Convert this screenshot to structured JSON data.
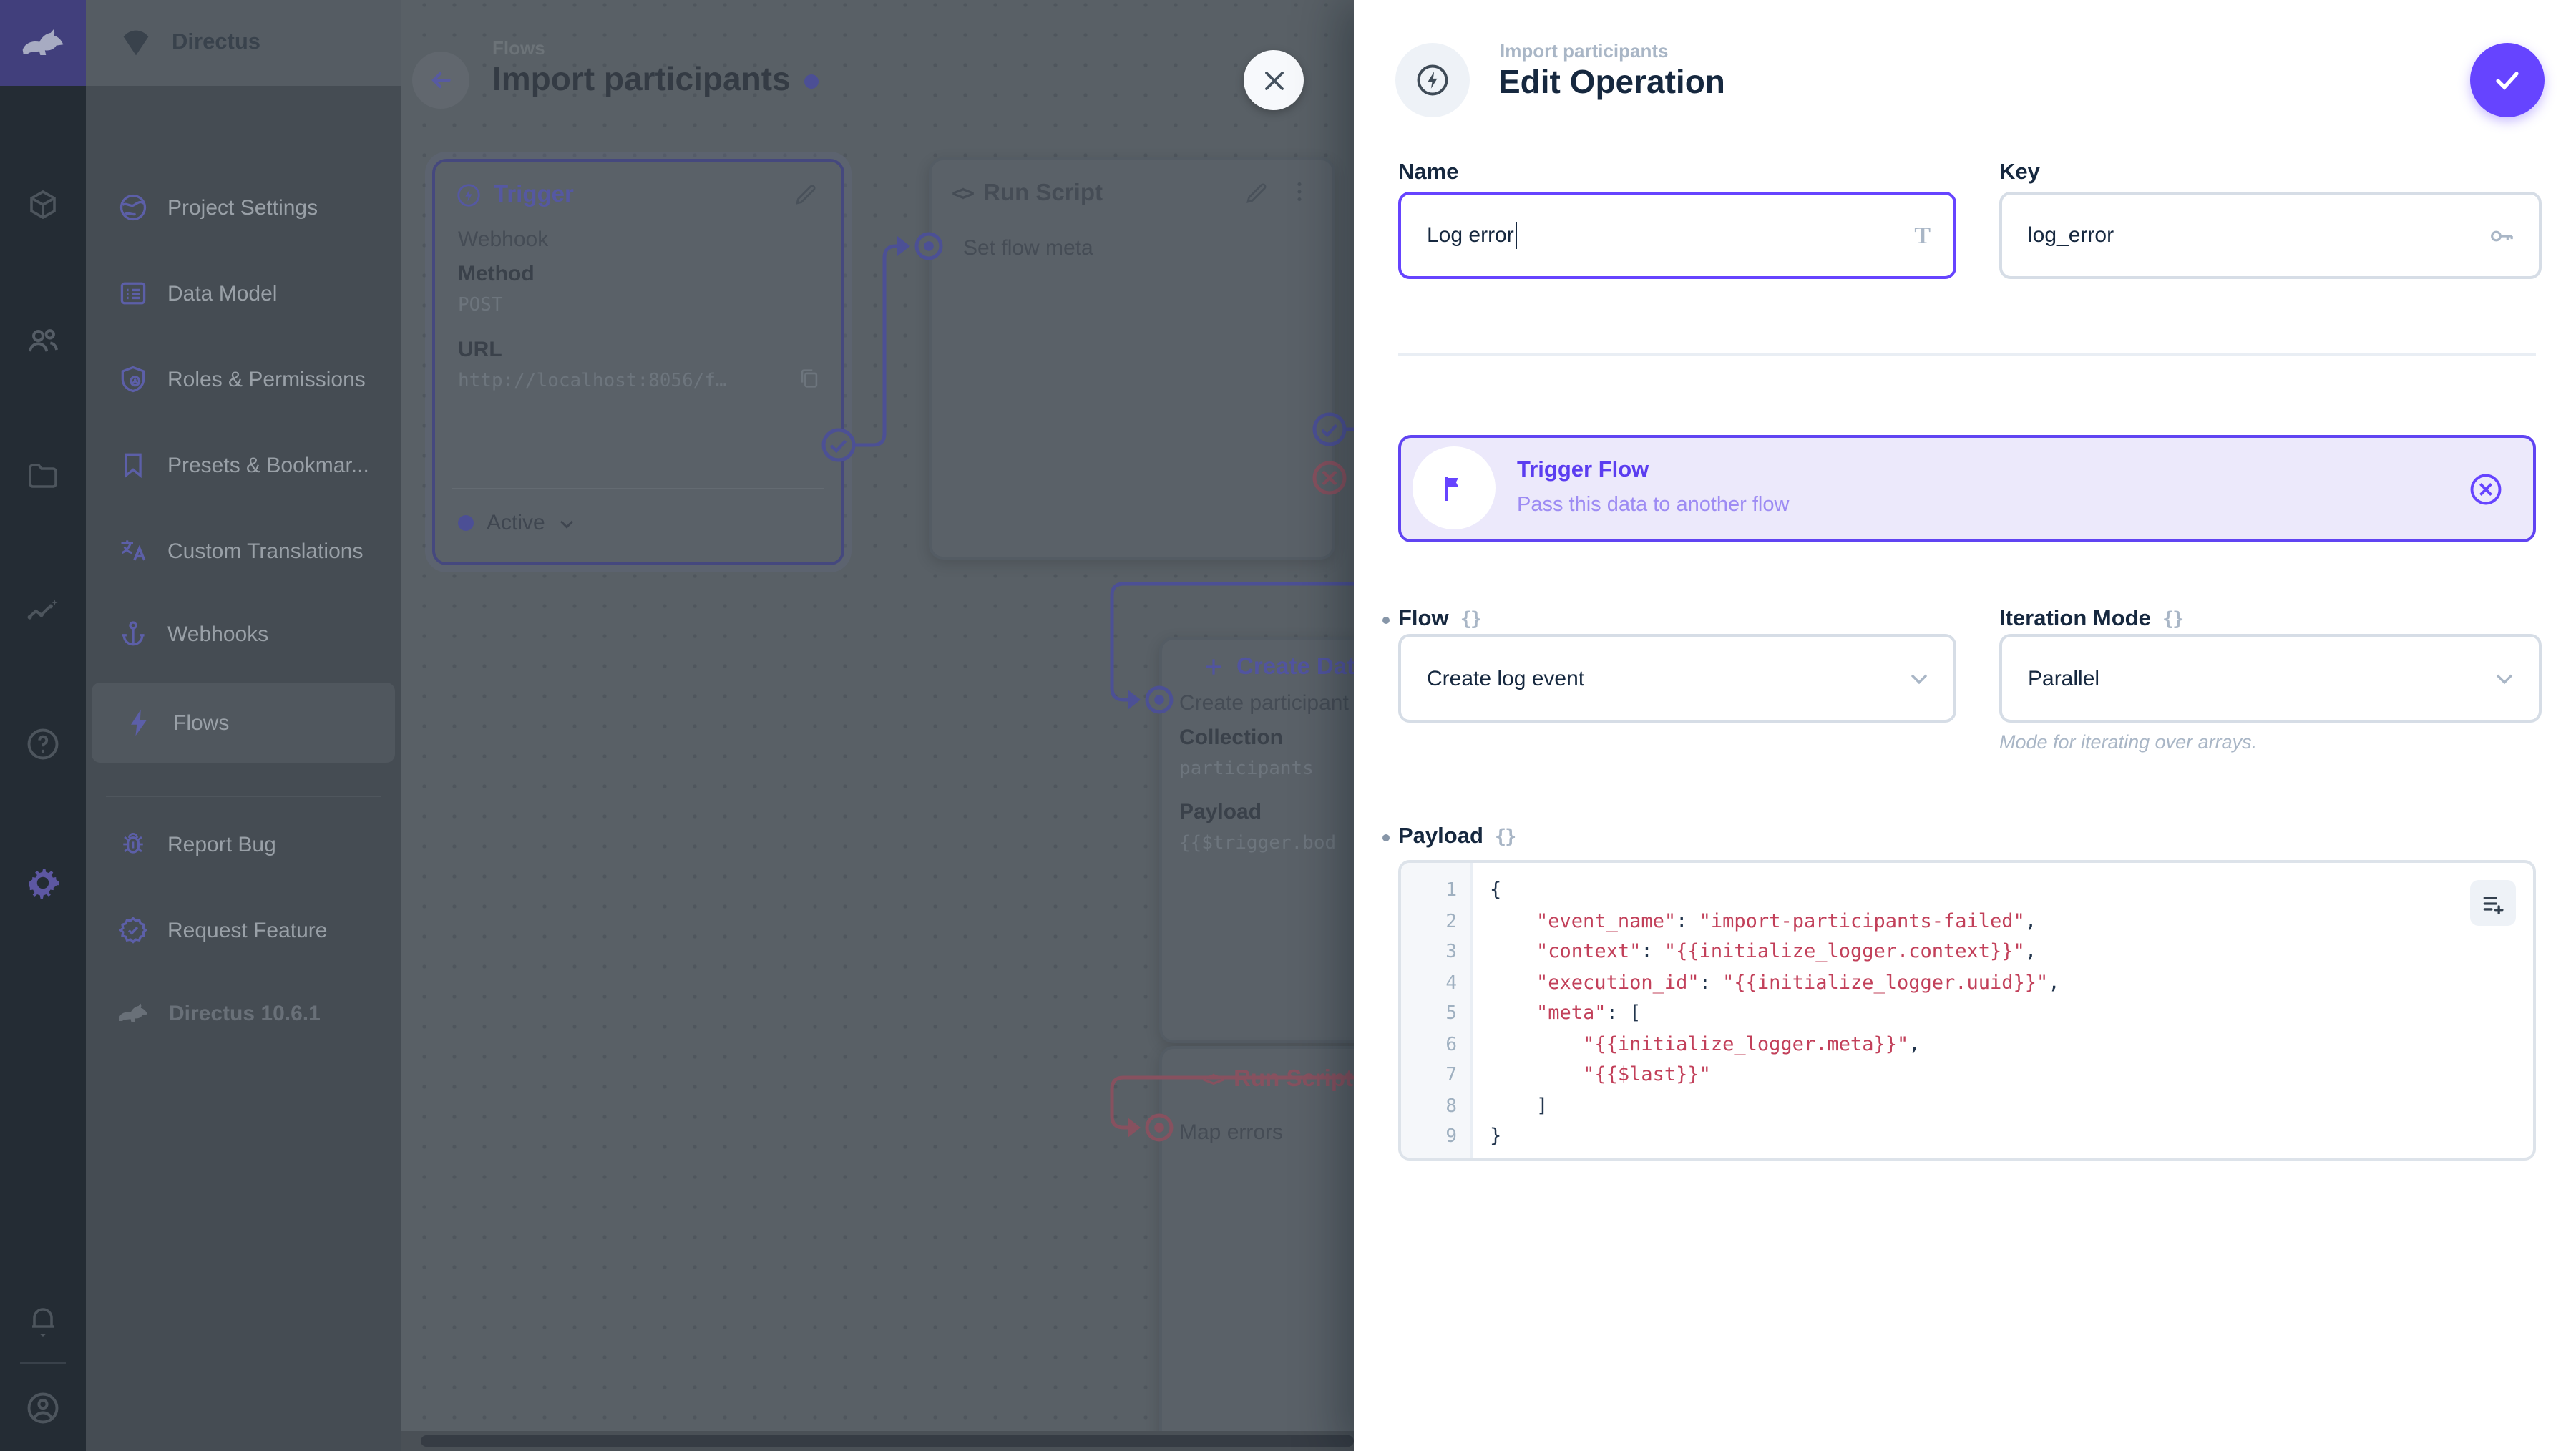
{
  "colors": {
    "primary": "#6644ff",
    "code_string": "#c2405a",
    "banner_bg": "#ece9fb",
    "canvas_dim": "#596066"
  },
  "sidebar": {
    "project_name": "Directus",
    "modules": [
      "collections",
      "users",
      "files",
      "insights",
      "help",
      "settings",
      "notifications",
      "user-avatar"
    ],
    "items": [
      {
        "label": "Project Settings"
      },
      {
        "label": "Data Model"
      },
      {
        "label": "Roles & Permissions"
      },
      {
        "label": "Presets & Bookmar..."
      },
      {
        "label": "Custom Translations"
      },
      {
        "label": "Webhooks"
      },
      {
        "label": "Flows"
      }
    ],
    "footer_items": [
      {
        "label": "Report Bug"
      },
      {
        "label": "Request Feature"
      }
    ],
    "version": "Directus 10.6.1"
  },
  "canvas": {
    "breadcrumb": "Flows",
    "title": "Import participants",
    "trigger": {
      "title": "Trigger",
      "type": "Webhook",
      "method_label": "Method",
      "method": "POST",
      "url_label": "URL",
      "url": "http://localhost:8056/f…",
      "status": "Active"
    },
    "run_script": {
      "title": "Run Script",
      "name": "Set flow meta"
    },
    "create_data": {
      "title": "Create Data",
      "name": "Create participant",
      "collection_label": "Collection",
      "collection": "participants",
      "payload_label": "Payload",
      "payload": "{{$trigger.bod"
    },
    "map_errors": {
      "title": "Run Script",
      "name": "Map errors"
    }
  },
  "drawer": {
    "breadcrumb": "Import participants",
    "title": "Edit Operation",
    "name_field": {
      "label": "Name",
      "value": "Log error"
    },
    "key_field": {
      "label": "Key",
      "value": "log_error"
    },
    "banner": {
      "title": "Trigger Flow",
      "subtitle": "Pass this data to another flow"
    },
    "flow_field": {
      "label": "Flow",
      "value": "Create log event"
    },
    "iteration_field": {
      "label": "Iteration Mode",
      "value": "Parallel",
      "note": "Mode for iterating over arrays."
    },
    "payload": {
      "label": "Payload",
      "lines": [
        "{",
        "    \"event_name\": \"import-participants-failed\",",
        "    \"context\": \"{{initialize_logger.context}}\",",
        "    \"execution_id\": \"{{initialize_logger.uuid}}\",",
        "    \"meta\": [",
        "        \"{{initialize_logger.meta}}\",",
        "        \"{{$last}}\"",
        "    ]",
        "}"
      ]
    }
  }
}
